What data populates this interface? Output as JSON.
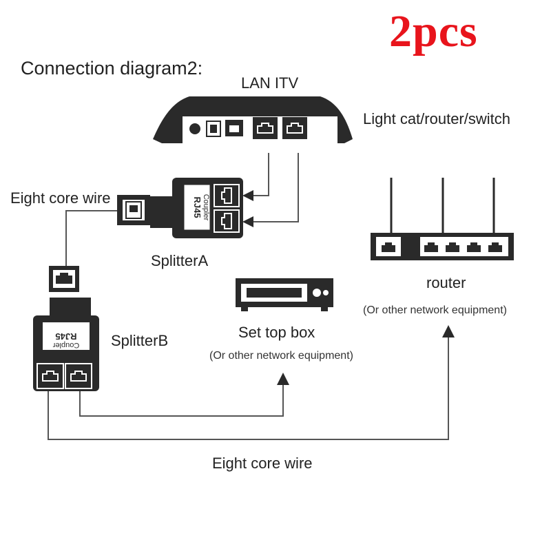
{
  "badge": "2pcs",
  "title": "Connection diagram2:",
  "labels": {
    "lan_itv": "LAN ITV",
    "light_cat": "Light cat/router/switch",
    "eight_core_top": "Eight core wire",
    "splitter_a": "SplitterA",
    "splitter_b": "SplitterB",
    "set_top_box": "Set top box",
    "set_top_box_sub": "(Or other network equipment)",
    "router": "router",
    "router_sub": "(Or other network equipment)",
    "eight_core_bottom": "Eight core wire"
  },
  "splitter_text": {
    "a_line1": "RJ45",
    "a_line2": "Coupler",
    "b_line1": "RJ45",
    "b_line2": "Coupler"
  },
  "colors": {
    "badge": "#e8141c",
    "device": "#2a2a2a",
    "line": "#555555"
  }
}
